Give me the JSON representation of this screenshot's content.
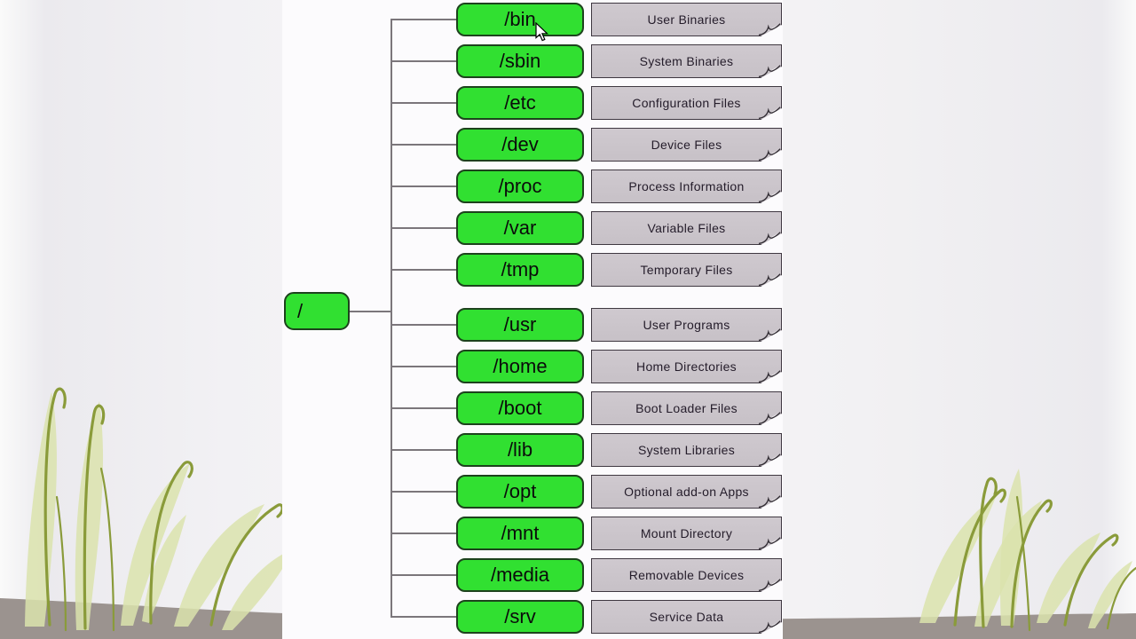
{
  "diagram": {
    "root": {
      "label": "/"
    },
    "rows": [
      {
        "dir": "/bin",
        "desc": "User Binaries"
      },
      {
        "dir": "/sbin",
        "desc": "System Binaries"
      },
      {
        "dir": "/etc",
        "desc": "Configuration Files"
      },
      {
        "dir": "/dev",
        "desc": "Device Files"
      },
      {
        "dir": "/proc",
        "desc": "Process Information"
      },
      {
        "dir": "/var",
        "desc": "Variable Files"
      },
      {
        "dir": "/tmp",
        "desc": "Temporary Files"
      },
      {
        "dir": "/usr",
        "desc": "User Programs"
      },
      {
        "dir": "/home",
        "desc": "Home Directories"
      },
      {
        "dir": "/boot",
        "desc": "Boot Loader Files"
      },
      {
        "dir": "/lib",
        "desc": "System Libraries"
      },
      {
        "dir": "/opt",
        "desc": "Optional add-on Apps"
      },
      {
        "dir": "/mnt",
        "desc": "Mount Directory"
      },
      {
        "dir": "/media",
        "desc": "Removable Devices"
      },
      {
        "dir": "/srv",
        "desc": "Service Data"
      }
    ],
    "group_break_after": "/tmp"
  },
  "icons": {
    "cursor": "arrow-cursor",
    "note_corner": "folded-page-corner"
  },
  "colors": {
    "node_green": "#31e031",
    "note_gray": "#c7c1c7",
    "line_gray": "#7b767b",
    "ground": "#9b938f",
    "grass_dark": "#8a9b3a",
    "grass_light": "#dbe3ad"
  }
}
